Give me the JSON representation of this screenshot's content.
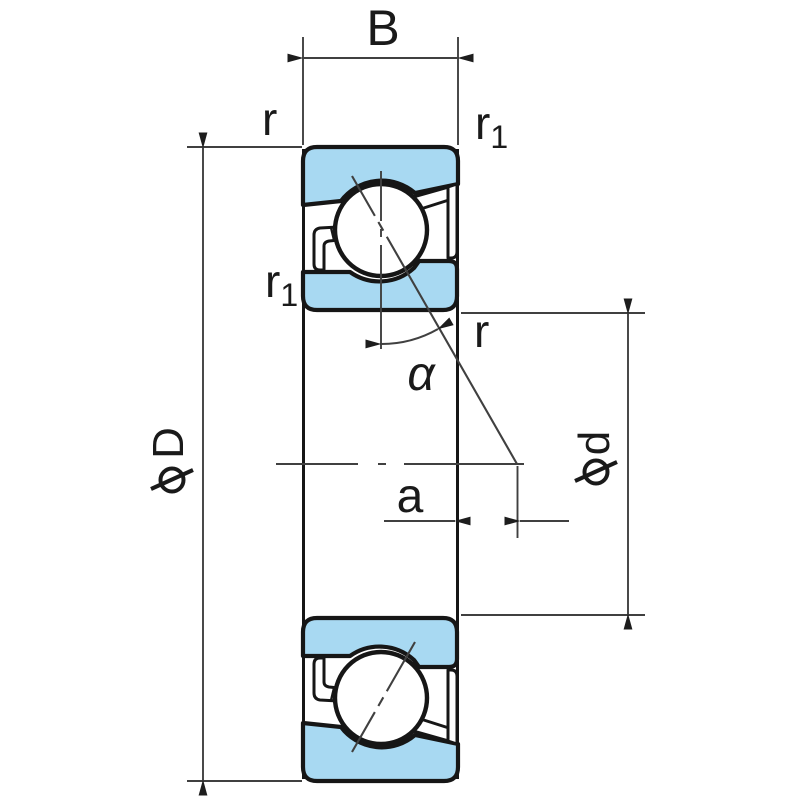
{
  "diagram": {
    "type": "angular-contact-ball-bearing-cross-section",
    "labels": {
      "width": "B",
      "corner_top_left": {
        "base": "r",
        "sub": ""
      },
      "corner_top_right": {
        "base": "r",
        "sub": "1"
      },
      "corner_mid_left": {
        "base": "r",
        "sub": "1"
      },
      "corner_mid_right": {
        "base": "r",
        "sub": ""
      },
      "contact_angle": "α",
      "axial_offset": "a",
      "outside_diameter": {
        "phi": "φ",
        "letter": "D",
        "full": "φD"
      },
      "bore_diameter": {
        "phi": "φ",
        "letter": "d",
        "full": "φd"
      }
    },
    "colors": {
      "bg": "#ffffff",
      "ring_fill": "#a8d9f2",
      "line_ink": "#161616",
      "dim_line": "#404040",
      "label_ink": "#1a1a1a"
    }
  }
}
